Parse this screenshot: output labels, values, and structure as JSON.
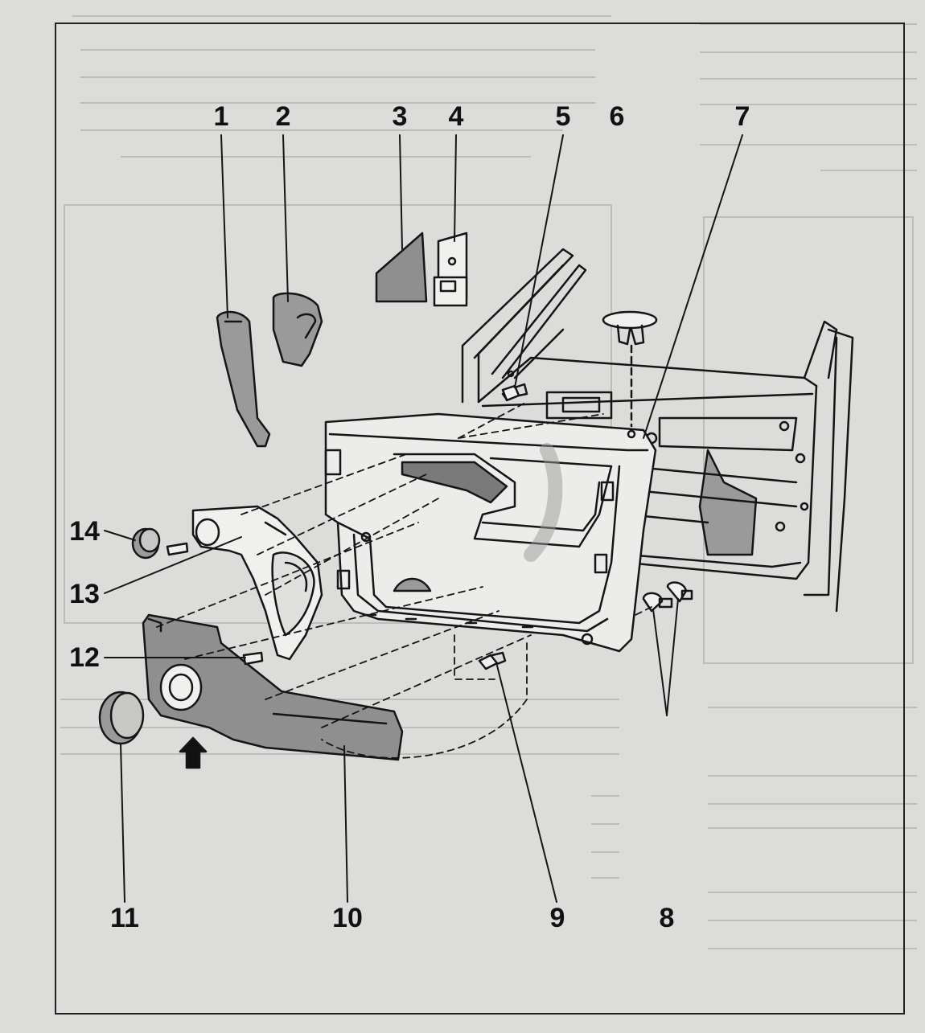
{
  "figure": {
    "title": "Door trim panel exploded view",
    "callouts": [
      "1",
      "2",
      "3",
      "4",
      "5",
      "6",
      "7",
      "8",
      "9",
      "10",
      "11",
      "12",
      "13",
      "14"
    ]
  },
  "colors": {
    "paper": "#d9d9d7",
    "ink": "#151515",
    "part_fill": "#8f8f8f",
    "panel_fill": "#ececea"
  }
}
